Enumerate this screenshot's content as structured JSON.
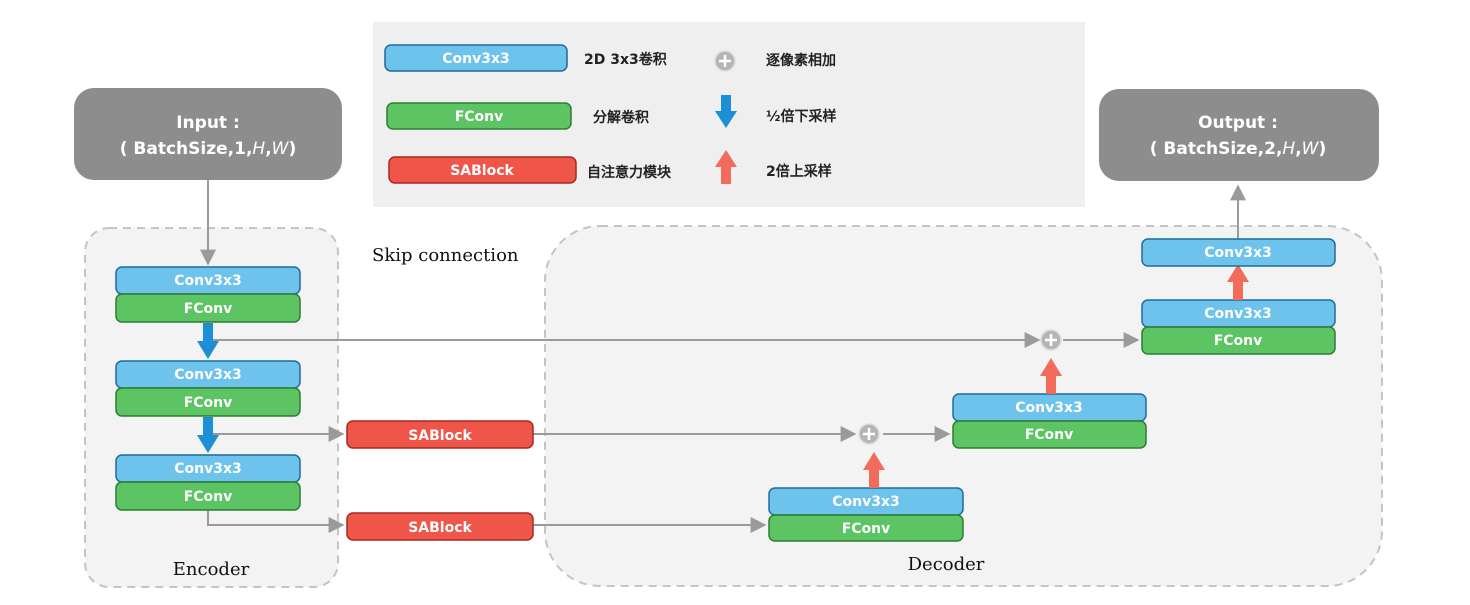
{
  "legend": {
    "conv_label": "Conv3x3",
    "conv_desc": "2D 3x3卷积",
    "fconv_label": "FConv",
    "fconv_desc": "分解卷积",
    "sab_label": "SABlock",
    "sab_desc": "自注意力模块",
    "add_desc": "逐像素相加",
    "down_desc": "½倍下采样",
    "up_desc": "2倍上采样"
  },
  "input": {
    "line1": "Input :",
    "line2_pre": "( BatchSize,1,",
    "line2_h": "H",
    "line2_w": "W",
    "line2_post": ")"
  },
  "output": {
    "line1": "Output :",
    "line2_pre": "( BatchSize,2,",
    "line2_h": "H",
    "line2_w": "W",
    "line2_post": ")"
  },
  "labels": {
    "skip": "Skip connection",
    "encoder": "Encoder",
    "decoder": "Decoder"
  },
  "blocks": {
    "conv": "Conv3x3",
    "fconv": "FConv",
    "sab": "SABlock"
  },
  "colors": {
    "conv": "#6ec3ec",
    "fconv": "#5cc463",
    "sab": "#ef5548",
    "io": "#8d8d8d",
    "down_arrow": "#1c8fd6",
    "up_arrow": "#f36b5b",
    "connector": "#9a9a9a",
    "legend_bg": "#efefef",
    "region_bg": "#f3f3f3"
  }
}
